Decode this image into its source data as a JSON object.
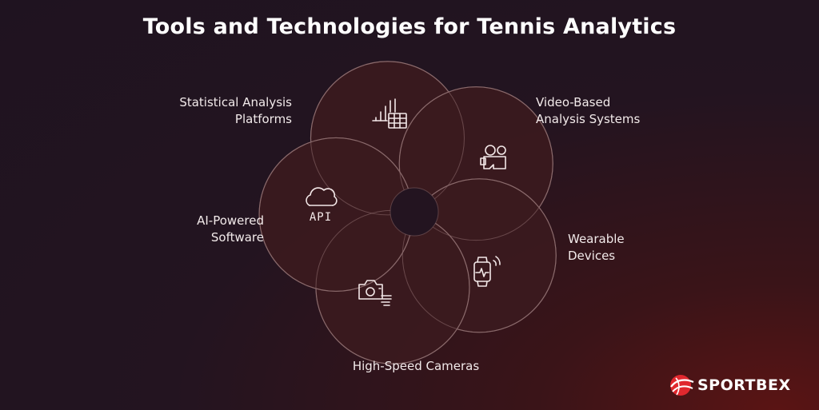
{
  "title": "Tools and Technologies for Tennis Analytics",
  "segments": [
    {
      "id": "statistical",
      "label_lines": [
        "Statistical Analysis",
        "Platforms"
      ],
      "icon": "chart-table-icon"
    },
    {
      "id": "video",
      "label_lines": [
        "Video-Based",
        "Analysis Systems"
      ],
      "icon": "video-camera-icon"
    },
    {
      "id": "wearable",
      "label_lines": [
        "Wearable",
        "Devices"
      ],
      "icon": "smartwatch-icon"
    },
    {
      "id": "highspeed",
      "label_lines": [
        "High-Speed Cameras"
      ],
      "icon": "camera-speed-icon"
    },
    {
      "id": "ai",
      "label_lines": [
        "AI-Powered",
        "Software"
      ],
      "icon": "cloud-api-icon"
    }
  ],
  "ai_icon_text": "API",
  "brand": {
    "name": "SPORTBEX",
    "accent": "#e0282e"
  },
  "colors": {
    "segment_fill": "#3b1a1e",
    "segment_stroke": "#8a6a6c",
    "background": "#231420"
  }
}
